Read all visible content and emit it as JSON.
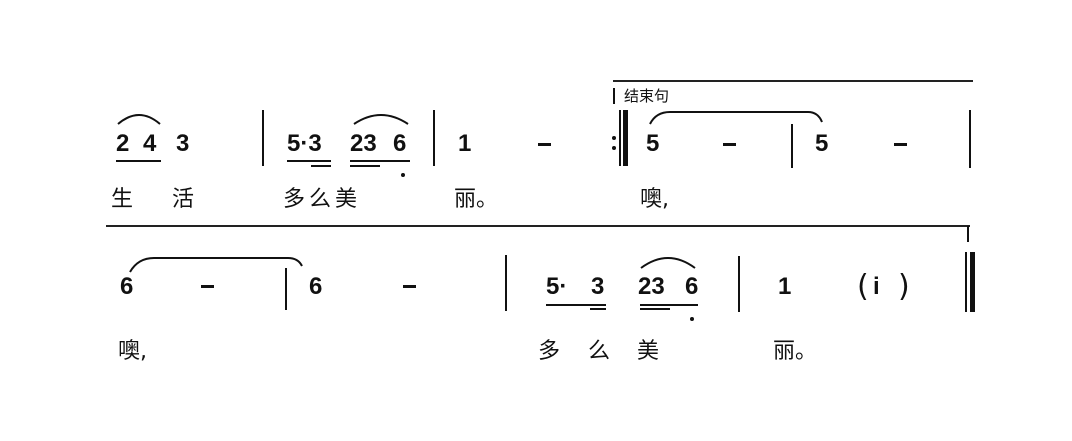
{
  "score": {
    "section_label": "结束句",
    "line1": {
      "measures": [
        {
          "notes": [
            "2",
            "4",
            "3"
          ],
          "slur": "2-4",
          "underline": "2 4"
        },
        {
          "notes": [
            "5·3",
            "23",
            "6"
          ],
          "slur": "23-6",
          "underline": "double under 5·3 and 23 6",
          "low_dot": "6"
        },
        {
          "notes": [
            "1",
            "-"
          ]
        },
        {
          "notes": [
            "5",
            "-"
          ],
          "repeat_barline_before": true,
          "tie_to_next": true
        },
        {
          "notes": [
            "5",
            "-"
          ]
        }
      ],
      "tokens": {
        "m1_n1": "2",
        "m1_n2": "4",
        "m1_n3": "3",
        "m2_n1": "5·3",
        "m2_n2": "23",
        "m2_n3": "6",
        "m3_n1": "1",
        "m3_n2": "-",
        "m4_n1": "5",
        "m4_n2": "-",
        "m5_n1": "5",
        "m5_n2": "-"
      },
      "lyrics": {
        "l1": "生",
        "l2": "活",
        "l3": "多么美",
        "l4": "丽。",
        "l5": "噢,"
      }
    },
    "line2": {
      "measures": [
        {
          "notes": [
            "6",
            "-"
          ],
          "tie_to_next": true
        },
        {
          "notes": [
            "6",
            "-"
          ]
        },
        {
          "notes": [
            "5·",
            "3",
            "23",
            "6"
          ],
          "slur": "23-6",
          "low_dot": "6"
        },
        {
          "notes": [
            "1",
            "(i)"
          ],
          "final_barline_after": true
        }
      ],
      "tokens": {
        "m1_n1": "6",
        "m1_n2": "-",
        "m2_n1": "6",
        "m2_n2": "-",
        "m3_n1": "5·",
        "m3_n2": "3",
        "m3_n3": "23",
        "m3_n4": "6",
        "m4_n1": "1",
        "m4_n2": "i",
        "paren_open": "(",
        "paren_close": ")"
      },
      "lyrics": {
        "l1": "噢,",
        "l2": "多",
        "l3": "么",
        "l4": "美",
        "l5": "丽。"
      }
    }
  }
}
